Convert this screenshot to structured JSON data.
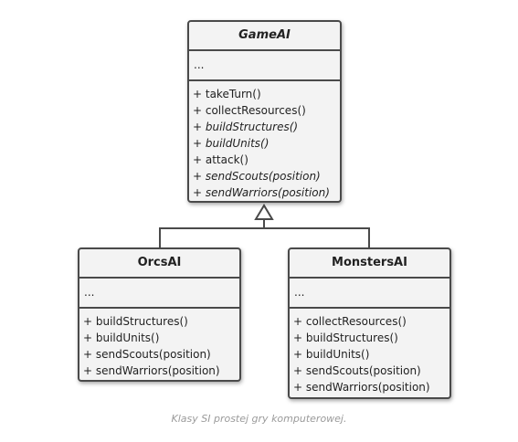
{
  "diagram": {
    "classes": [
      {
        "id": "gameai",
        "name": "GameAI",
        "abstract": true,
        "fields": "...",
        "methods": [
          {
            "text": "+ takeTurn()",
            "abstract": false
          },
          {
            "text": "+ collectResources()",
            "abstract": false
          },
          {
            "text": "+ buildStructures()",
            "abstract": true
          },
          {
            "text": "+ buildUnits()",
            "abstract": true
          },
          {
            "text": "+ attack()",
            "abstract": false
          },
          {
            "text": "+ sendScouts(position)",
            "abstract": true
          },
          {
            "text": "+ sendWarriors(position)",
            "abstract": true
          }
        ]
      },
      {
        "id": "orcsai",
        "name": "OrcsAI",
        "abstract": false,
        "fields": "...",
        "methods": [
          {
            "text": "+ buildStructures()",
            "abstract": false
          },
          {
            "text": "+ buildUnits()",
            "abstract": false
          },
          {
            "text": "+ sendScouts(position)",
            "abstract": false
          },
          {
            "text": "+ sendWarriors(position)",
            "abstract": false
          }
        ]
      },
      {
        "id": "monstersai",
        "name": "MonstersAI",
        "abstract": false,
        "fields": "...",
        "methods": [
          {
            "text": "+ collectResources()",
            "abstract": false
          },
          {
            "text": "+ buildStructures()",
            "abstract": false
          },
          {
            "text": "+ buildUnits()",
            "abstract": false
          },
          {
            "text": "+ sendScouts(position)",
            "abstract": false
          },
          {
            "text": "+ sendWarriors(position)",
            "abstract": false
          }
        ]
      }
    ],
    "relations": [
      {
        "type": "inheritance",
        "from": "orcsai",
        "to": "gameai"
      },
      {
        "type": "inheritance",
        "from": "monstersai",
        "to": "gameai"
      }
    ]
  },
  "caption": "Klasy SI prostej gry komputerowej.",
  "colors": {
    "border": "#4a4a4a",
    "fill": "#f3f3f3",
    "caption": "#9a9a9a"
  }
}
